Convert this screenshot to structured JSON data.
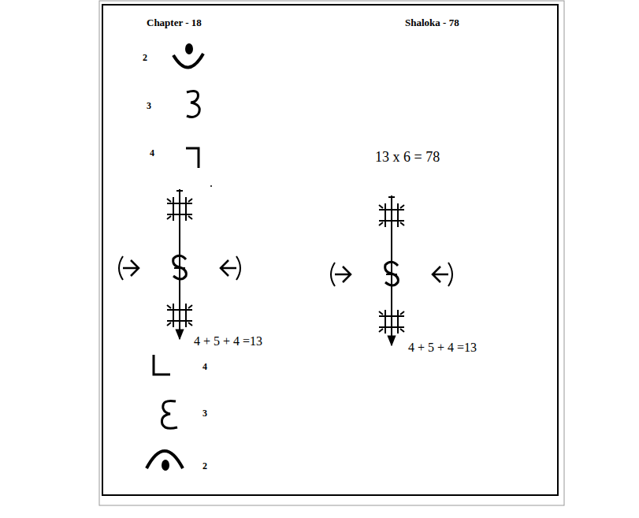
{
  "diagram": {
    "labels": [
      "Chapter - 18",
      "Shaloka - 78",
      "2",
      "3",
      "4",
      "4 + 5 + 4 =13",
      "4",
      "3",
      "2",
      "13 x 6 = 78",
      "4 + 5 + 4 =13"
    ]
  }
}
